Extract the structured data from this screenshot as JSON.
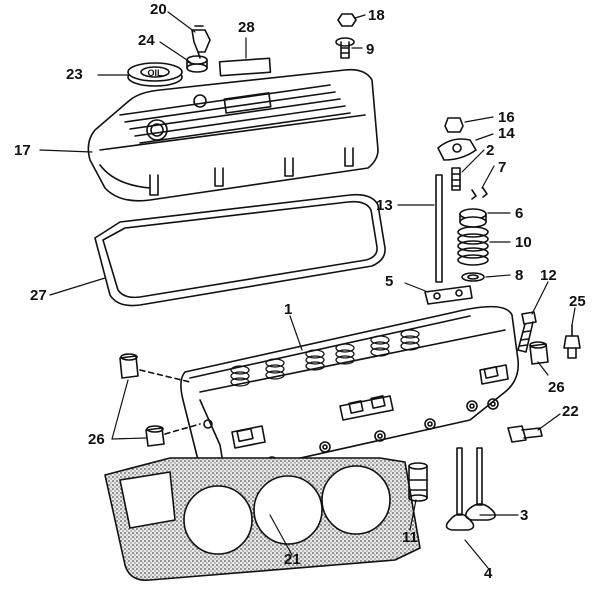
{
  "diagram": {
    "colors": {
      "ink": "#111111",
      "paper": "#ffffff",
      "gasket_fill": "#bdbdbd"
    },
    "callouts": [
      {
        "id": "c20",
        "text": "20"
      },
      {
        "id": "c28",
        "text": "28"
      },
      {
        "id": "c18",
        "text": "18"
      },
      {
        "id": "c24",
        "text": "24"
      },
      {
        "id": "c9",
        "text": "9"
      },
      {
        "id": "c23",
        "text": "23"
      },
      {
        "id": "c16",
        "text": "16"
      },
      {
        "id": "c14",
        "text": "14"
      },
      {
        "id": "c17",
        "text": "17"
      },
      {
        "id": "c2",
        "text": "2"
      },
      {
        "id": "c7",
        "text": "7"
      },
      {
        "id": "c13",
        "text": "13"
      },
      {
        "id": "c6",
        "text": "6"
      },
      {
        "id": "c10",
        "text": "10"
      },
      {
        "id": "c8",
        "text": "8"
      },
      {
        "id": "c5",
        "text": "5"
      },
      {
        "id": "c12",
        "text": "12"
      },
      {
        "id": "c27",
        "text": "27"
      },
      {
        "id": "c25",
        "text": "25"
      },
      {
        "id": "c1",
        "text": "1"
      },
      {
        "id": "c26a",
        "text": "26"
      },
      {
        "id": "c22",
        "text": "22"
      },
      {
        "id": "c26b",
        "text": "26"
      },
      {
        "id": "c3",
        "text": "3"
      },
      {
        "id": "c11",
        "text": "11"
      },
      {
        "id": "c21",
        "text": "21"
      },
      {
        "id": "c4",
        "text": "4"
      }
    ],
    "oil_cap_text": "OIL"
  }
}
